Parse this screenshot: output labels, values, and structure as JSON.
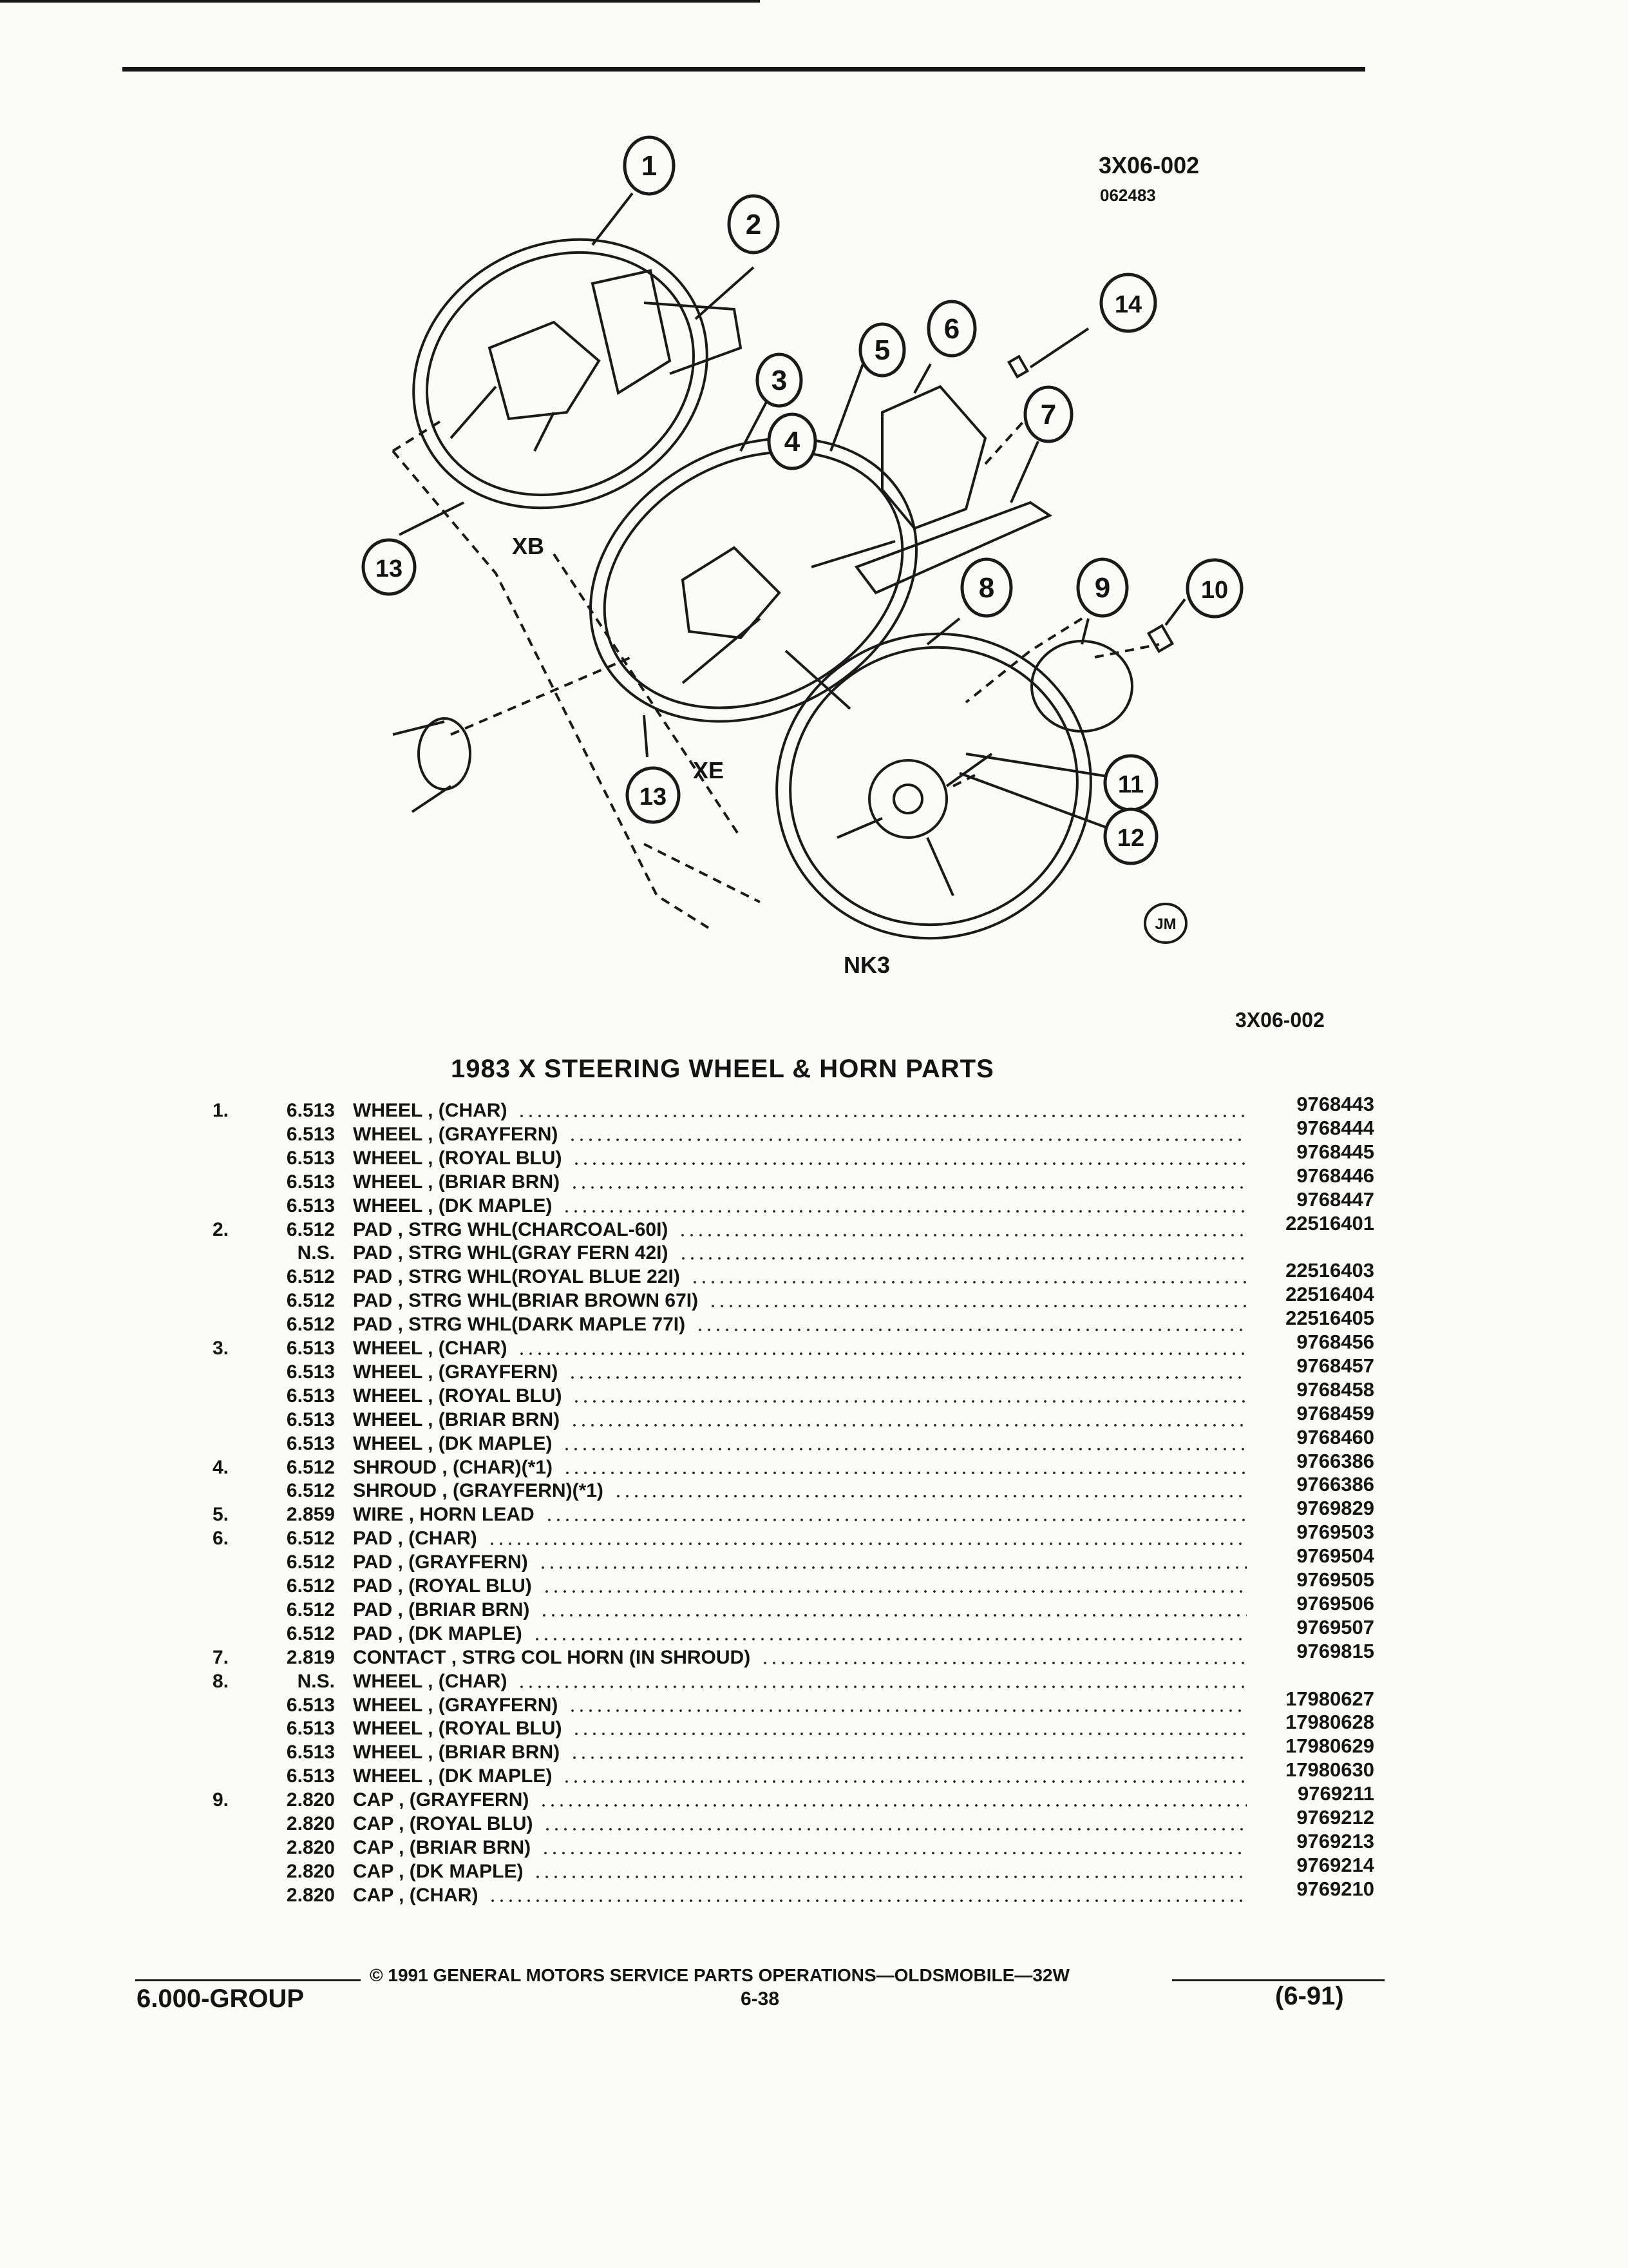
{
  "header": {
    "code": "3X06-002",
    "subcode": "062483"
  },
  "diagram": {
    "callouts": [
      "1",
      "2",
      "3",
      "4",
      "5",
      "6",
      "7",
      "8",
      "9",
      "10",
      "11",
      "12",
      "13",
      "13",
      "14"
    ],
    "labels": {
      "xb": "XB",
      "xe": "XE",
      "nk3": "NK3",
      "artist": "JM"
    },
    "caption_code": "3X06-002"
  },
  "title": "1983 X STEERING WHEEL & HORN PARTS",
  "parts": [
    {
      "num": "1.",
      "grp": "6.513",
      "desc": "WHEEL , (CHAR)",
      "pn": "9768443"
    },
    {
      "num": "",
      "grp": "6.513",
      "desc": "WHEEL , (GRAYFERN)",
      "pn": "9768444"
    },
    {
      "num": "",
      "grp": "6.513",
      "desc": "WHEEL , (ROYAL BLU)",
      "pn": "9768445"
    },
    {
      "num": "",
      "grp": "6.513",
      "desc": "WHEEL , (BRIAR BRN)",
      "pn": "9768446"
    },
    {
      "num": "",
      "grp": "6.513",
      "desc": "WHEEL , (DK MAPLE)",
      "pn": "9768447"
    },
    {
      "num": "2.",
      "grp": "6.512",
      "desc": "PAD , STRG WHL(CHARCOAL-60I)",
      "pn": "22516401"
    },
    {
      "num": "",
      "grp": "N.S.",
      "desc": "PAD , STRG WHL(GRAY FERN 42I)",
      "pn": ""
    },
    {
      "num": "",
      "grp": "6.512",
      "desc": "PAD , STRG WHL(ROYAL BLUE 22I)",
      "pn": "22516403"
    },
    {
      "num": "",
      "grp": "6.512",
      "desc": "PAD , STRG WHL(BRIAR BROWN 67I)",
      "pn": "22516404"
    },
    {
      "num": "",
      "grp": "6.512",
      "desc": "PAD , STRG WHL(DARK MAPLE 77I)",
      "pn": "22516405"
    },
    {
      "num": "3.",
      "grp": "6.513",
      "desc": "WHEEL , (CHAR)",
      "pn": "9768456"
    },
    {
      "num": "",
      "grp": "6.513",
      "desc": "WHEEL , (GRAYFERN)",
      "pn": "9768457"
    },
    {
      "num": "",
      "grp": "6.513",
      "desc": "WHEEL , (ROYAL BLU)",
      "pn": "9768458"
    },
    {
      "num": "",
      "grp": "6.513",
      "desc": "WHEEL , (BRIAR BRN)",
      "pn": "9768459"
    },
    {
      "num": "",
      "grp": "6.513",
      "desc": "WHEEL , (DK MAPLE)",
      "pn": "9768460"
    },
    {
      "num": "4.",
      "grp": "6.512",
      "desc": "SHROUD , (CHAR)(*1)",
      "pn": "9766386"
    },
    {
      "num": "",
      "grp": "6.512",
      "desc": "SHROUD , (GRAYFERN)(*1)",
      "pn": "9766386"
    },
    {
      "num": "5.",
      "grp": "2.859",
      "desc": "WIRE , HORN LEAD",
      "pn": "9769829"
    },
    {
      "num": "6.",
      "grp": "6.512",
      "desc": "PAD , (CHAR)",
      "pn": "9769503"
    },
    {
      "num": "",
      "grp": "6.512",
      "desc": "PAD , (GRAYFERN)",
      "pn": "9769504"
    },
    {
      "num": "",
      "grp": "6.512",
      "desc": "PAD , (ROYAL BLU)",
      "pn": "9769505"
    },
    {
      "num": "",
      "grp": "6.512",
      "desc": "PAD , (BRIAR BRN)",
      "pn": "9769506"
    },
    {
      "num": "",
      "grp": "6.512",
      "desc": "PAD , (DK MAPLE)",
      "pn": "9769507"
    },
    {
      "num": "7.",
      "grp": "2.819",
      "desc": "CONTACT , STRG COL HORN (IN SHROUD)",
      "pn": "9769815"
    },
    {
      "num": "8.",
      "grp": "N.S.",
      "desc": "WHEEL , (CHAR)",
      "pn": ""
    },
    {
      "num": "",
      "grp": "6.513",
      "desc": "WHEEL , (GRAYFERN)",
      "pn": "17980627"
    },
    {
      "num": "",
      "grp": "6.513",
      "desc": "WHEEL , (ROYAL BLU)",
      "pn": "17980628"
    },
    {
      "num": "",
      "grp": "6.513",
      "desc": "WHEEL , (BRIAR BRN)",
      "pn": "17980629"
    },
    {
      "num": "",
      "grp": "6.513",
      "desc": "WHEEL , (DK MAPLE)",
      "pn": "17980630"
    },
    {
      "num": "9.",
      "grp": "2.820",
      "desc": "CAP , (GRAYFERN)",
      "pn": "9769211"
    },
    {
      "num": "",
      "grp": "2.820",
      "desc": "CAP , (ROYAL BLU)",
      "pn": "9769212"
    },
    {
      "num": "",
      "grp": "2.820",
      "desc": "CAP , (BRIAR BRN)",
      "pn": "9769213"
    },
    {
      "num": "",
      "grp": "2.820",
      "desc": "CAP , (DK MAPLE)",
      "pn": "9769214"
    },
    {
      "num": "",
      "grp": "2.820",
      "desc": "CAP , (CHAR)",
      "pn": "9769210"
    }
  ],
  "footer": {
    "copyright": "© 1991 GENERAL MOTORS SERVICE PARTS OPERATIONS—OLDSMOBILE—32W",
    "group": "6.000-GROUP",
    "page": "6-38",
    "date": "(6-91)"
  }
}
